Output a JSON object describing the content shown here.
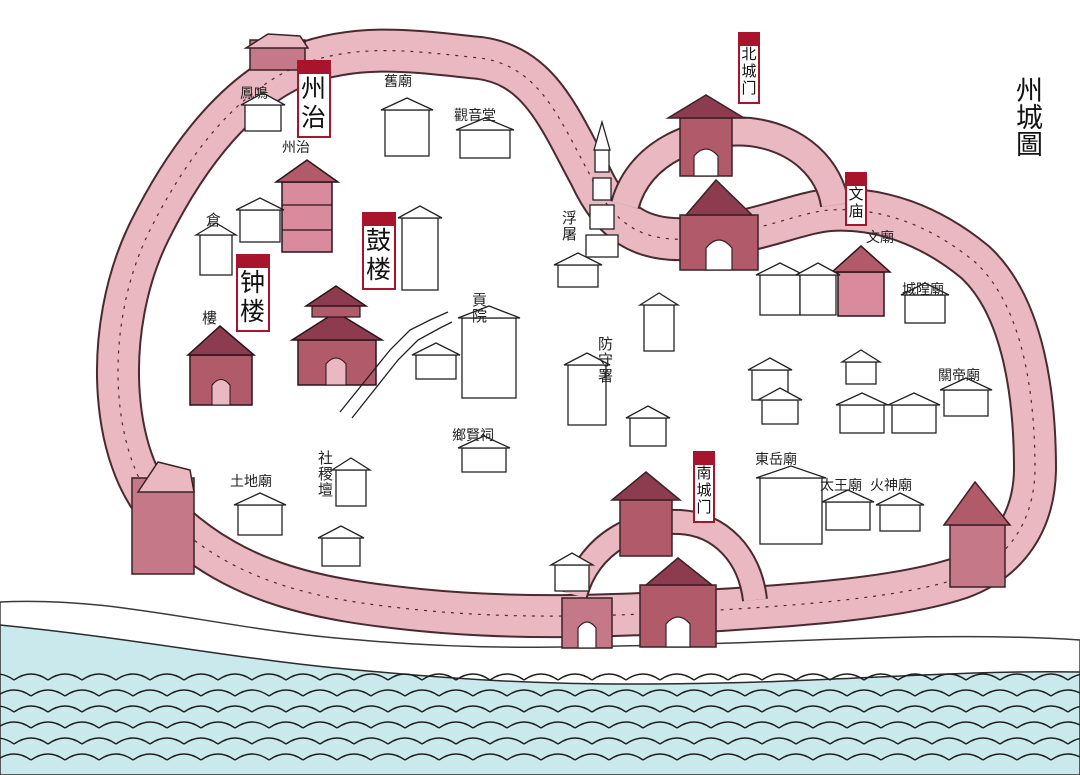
{
  "map": {
    "title": "州城圖",
    "colors": {
      "wall_fill": "#e9b8c0",
      "wall_shade": "#c47888",
      "wall_outline": "#4a2a2e",
      "highlight_building": "#b05a6a",
      "tag_red": "#a8142c",
      "water": "#c9e9ec",
      "ink": "#222222",
      "background": "#ffffff"
    },
    "tags": {
      "zhouzhi": "州治",
      "gulou": "鼓楼",
      "zhonglou": "钟楼",
      "beichengmen": "北城门",
      "wenmiao": "文庙",
      "nanchengmen": "南城门"
    },
    "ink_labels": {
      "gongyuan": "貢院",
      "fangshou": "防守署",
      "xiangyinci": "鄉賢祠",
      "wenmiao_old": "文廟",
      "huoshenmiao": "火神廟",
      "dongyuemiao": "東岳廟",
      "chenghuangmiao": "城隍廟",
      "tudimiao": "土地廟",
      "guandimiao": "關帝廟",
      "shejitan": "社稷壇",
      "fota": "浮屠",
      "zhouzhi_old": "州治",
      "cang": "倉",
      "lou": "樓",
      "guanyin": "觀音堂",
      "jiumiao": "舊廟",
      "yamen_left": "鳳鳴",
      "taiwang": "太王廟"
    }
  }
}
